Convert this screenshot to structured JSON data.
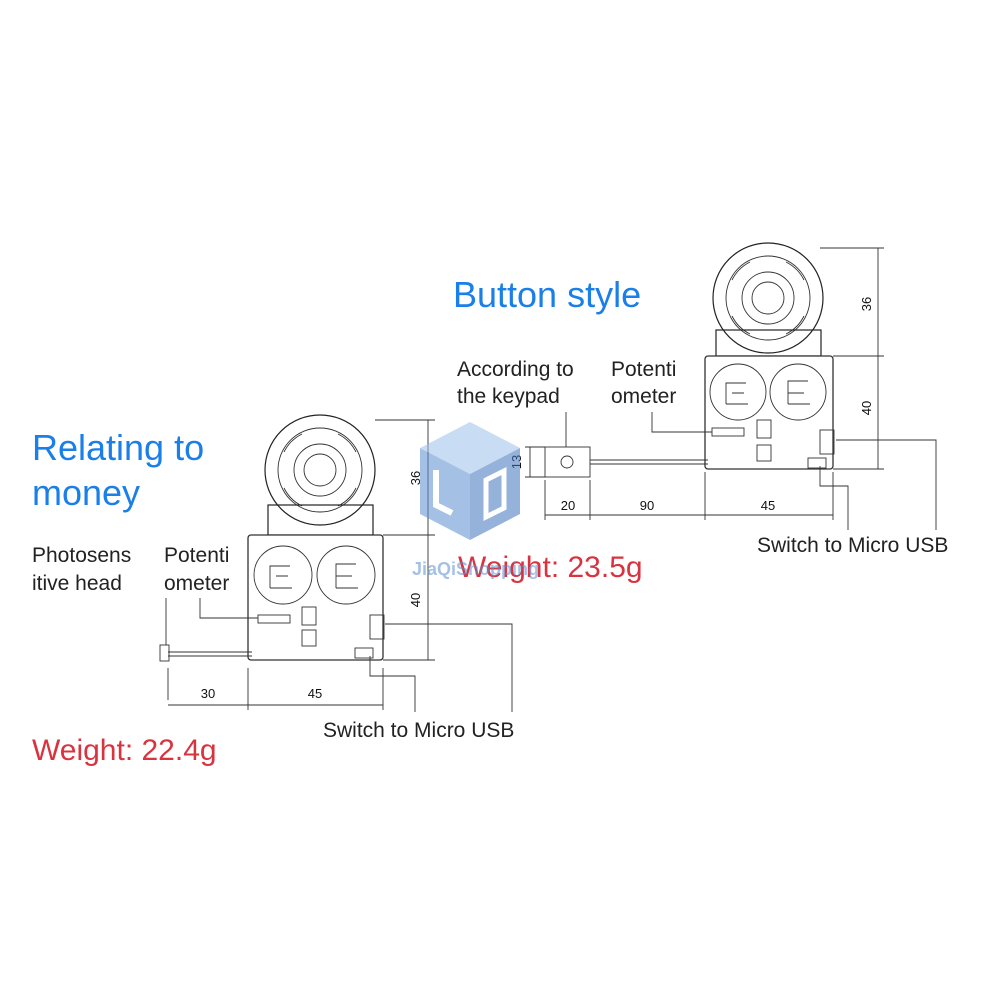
{
  "colors": {
    "heading": "#1a7fe8",
    "weight": "#d9333f",
    "line": "#222222",
    "watermark": "#5b8fd0"
  },
  "left_module": {
    "title_line1": "Relating to",
    "title_line2": "money",
    "label_sensor_line1": "Photosens",
    "label_sensor_line2": "itive head",
    "label_pot_line1": "Potenti",
    "label_pot_line2": "ometer",
    "label_switch": "Switch to Micro USB",
    "dim_30": "30",
    "dim_45": "45",
    "dim_36": "36",
    "dim_40": "40",
    "weight": "Weight: 22.4g"
  },
  "right_module": {
    "title": "Button style",
    "label_keypad_line1": "According to",
    "label_keypad_line2": "the keypad",
    "label_pot_line1": "Potenti",
    "label_pot_line2": "ometer",
    "label_switch": "Switch to Micro USB",
    "dim_13": "13",
    "dim_20": "20",
    "dim_90": "90",
    "dim_45": "45",
    "dim_36": "36",
    "dim_40": "40",
    "weight": "Weight: 23.5g"
  },
  "watermark": {
    "icon": "cube-logo-icon",
    "text": "JiaQiShopping"
  }
}
